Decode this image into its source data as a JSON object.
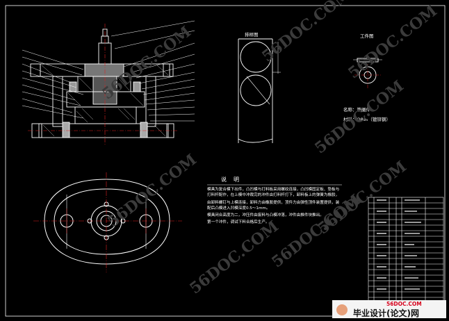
{
  "labels": {
    "workpiece_title": "工件图",
    "layout_title": "排样图",
    "part_name": "名称：垫圈件",
    "material": "材料：Q8e₅（镀锌钢）",
    "notes_title": "说明"
  },
  "notes": [
    "模具为复合模下出件，凸凹模与打料板采用螺纹连接，凸凹模固定板、垫板与打料杆配作，在上模中冲裁完的冲件由打料杆打下，卸料板上的弹簧为橡胶，",
    "由卸料螺钉与上模连接，卸料力由橡胶提供，顶件力由弹性顶件装置提供，装配后凸模进入凹模深度0.5～1mm。",
    "模具闭合高度为二，冲压件由废料与凸模冲落，冲件由推件块推出。",
    "第一个冲件，调试下料合格后生产。"
  ],
  "watermarks": [
    "56DOC.COM",
    "56DOC.COM",
    "56DOC.COM",
    "56DOC.COM",
    "56DOC.COM",
    "56DOC.COM",
    "56DOC.COM",
    "56DOC.COM"
  ],
  "brand": {
    "url": "56DOC.COM",
    "text": "毕业设计(论文)网"
  }
}
